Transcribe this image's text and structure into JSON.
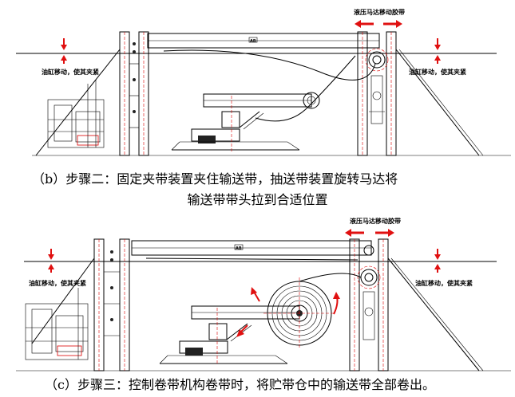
{
  "colors": {
    "arrow": "#e01010",
    "line": "#000000",
    "centerline": "#d00000"
  },
  "panel_b": {
    "motor_label": "液压马达移动胶带",
    "left_clamp_label": "油缸移动，使其夹紧",
    "right_clamp_label": "油缸移动，使其夹紧",
    "beam_tag": "AB"
  },
  "panel_c": {
    "motor_label": "液压马达移动胶带",
    "left_clamp_label": "油缸移动，使其夹紧",
    "right_clamp_label": "油缸移动，使其夹紧",
    "beam_tag": "AB"
  },
  "captions": {
    "b_line1": "（b）步骤二：固定夹带装置夹住输送带，抽送带装置旋转马达将",
    "b_line2": "输送带带头拉到合适位置",
    "c": "（c）步骤三：控制卷带机构卷带时，将贮带仓中的输送带全部卷出。"
  }
}
